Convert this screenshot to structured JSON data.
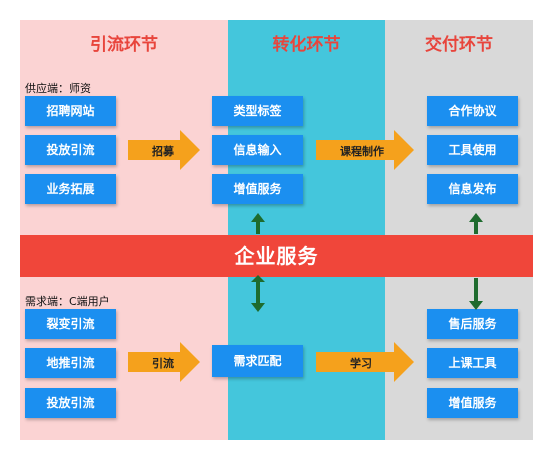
{
  "sections": {
    "left": {
      "title": "引流环节"
    },
    "middle": {
      "title": "转化环节"
    },
    "right": {
      "title": "交付环节"
    }
  },
  "supply": {
    "label": "供应端：师资",
    "items": [
      "招聘网站",
      "投放引流",
      "业务拓展"
    ],
    "arrow_label": "招募"
  },
  "demand": {
    "label": "需求端：C端用户",
    "items": [
      "裂变引流",
      "地推引流",
      "投放引流"
    ],
    "arrow_label": "引流"
  },
  "middle": {
    "items": [
      "类型标签",
      "信息输入",
      "增值服务"
    ],
    "bottom_item": "需求匹配",
    "arrow_top_label": "课程制作",
    "arrow_bottom_label": "学习"
  },
  "right": {
    "top_items": [
      "合作协议",
      "工具使用",
      "信息发布"
    ],
    "bottom_items": [
      "售后服务",
      "上课工具",
      "增值服务"
    ]
  },
  "band": {
    "label": "企业服务"
  },
  "colors": {
    "pink": "#fbd3d3",
    "cyan": "#44c6dc",
    "gray": "#d9d9d9",
    "box": "#1b8ff0",
    "band": "#f0463a",
    "title": "#e8453c",
    "arrow_orange": "#f5a11c",
    "arrow_green": "#1e6b2e"
  }
}
